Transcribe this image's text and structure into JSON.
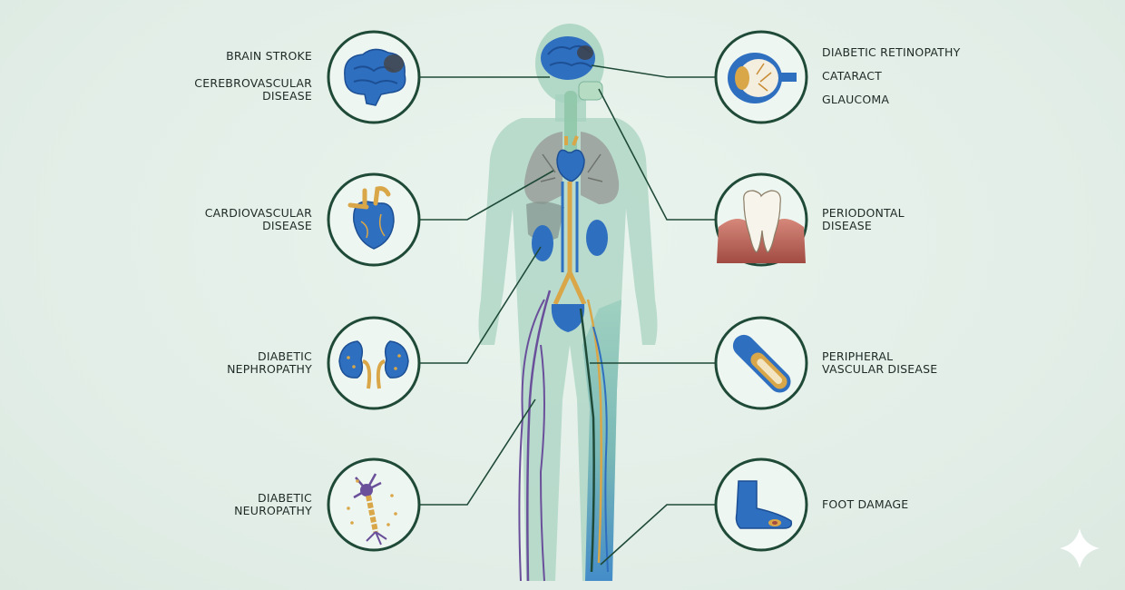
{
  "labels": {
    "brain_stroke": "BRAIN STROKE",
    "cerebro_1": "CEREBROVASCULAR",
    "cerebro_2": "DISEASE",
    "cardio_1": "CARDIOVASCULAR",
    "cardio_2": "DISEASE",
    "nephro_1": "DIABETIC",
    "nephro_2": "NEPHROPATHY",
    "neuro_1": "DIABETIC",
    "neuro_2": "NEUROPATHY",
    "retino": "DIABETIC RETINOPATHY",
    "cataract": "CATARACT",
    "glaucoma": "GLAUCOMA",
    "perio_1": "PERIODONTAL",
    "perio_2": "DISEASE",
    "pvd_1": "PERIPHERAL",
    "pvd_2": "VASCULAR DISEASE",
    "foot": "FOOT DAMAGE"
  },
  "icons": [
    "brain-icon",
    "heart-icon",
    "kidneys-icon",
    "neuron-icon",
    "eye-icon",
    "tooth-icon",
    "blood-vessel-icon",
    "foot-icon"
  ],
  "colors": {
    "ring": "#1f4a38",
    "connector": "#1f4a38",
    "organ_blue": "#2f6fc0",
    "body": "#a9d4c2",
    "nerve_purple": "#6a4f9a",
    "vessel_gold": "#d9a648"
  }
}
